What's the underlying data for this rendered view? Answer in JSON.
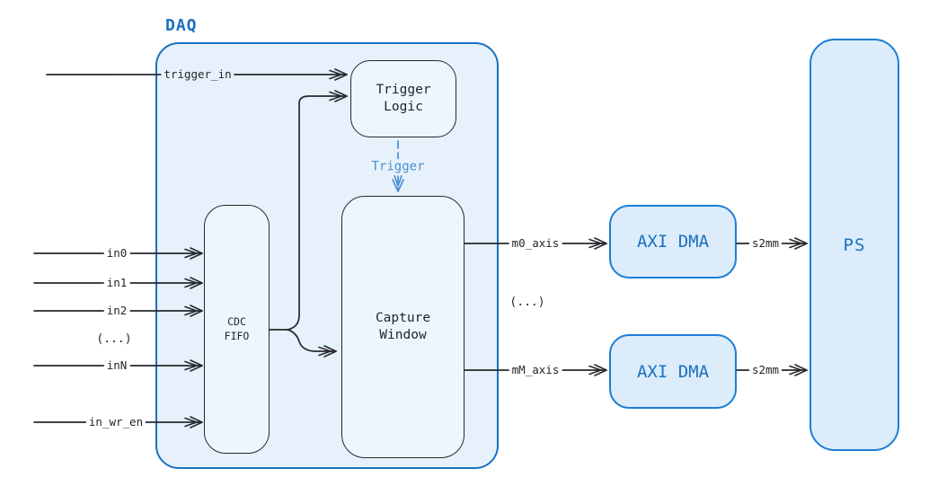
{
  "colors": {
    "container_stroke": "#1971c2",
    "container_fill": "#e7f1fb",
    "inner_box_stroke": "#26292d",
    "inner_box_fill": "#edf6fe",
    "dma_box_stroke": "#1c7ed6",
    "dma_box_fill": "#dcecfa",
    "blue_text": "#1971c2",
    "trigger_signal_blue": "#4b8fd3",
    "wire_dark": "#26292d"
  },
  "daq": {
    "label": "DAQ",
    "trigger_logic": {
      "line1": "Trigger",
      "line2": "Logic"
    },
    "cdc_fifo": {
      "line1": "CDC",
      "line2": "FIFO"
    },
    "capture_window": {
      "line1": "Capture",
      "line2": "Window"
    }
  },
  "blocks": {
    "axi_dma_top": "AXI DMA",
    "axi_dma_bottom": "AXI DMA",
    "ps": "PS"
  },
  "signals": {
    "trigger_in": "trigger_in",
    "in0": "in0",
    "in1": "in1",
    "in2": "in2",
    "inputs_ellipsis": "(...)",
    "inN": "inN",
    "in_wr_en": "in_wr_en",
    "trigger": "Trigger",
    "m0_axis": "m0_axis",
    "mM_axis": "mM_axis",
    "dma_ellipsis": "(...)",
    "s2mm_top": "s2mm",
    "s2mm_bottom": "s2mm"
  }
}
